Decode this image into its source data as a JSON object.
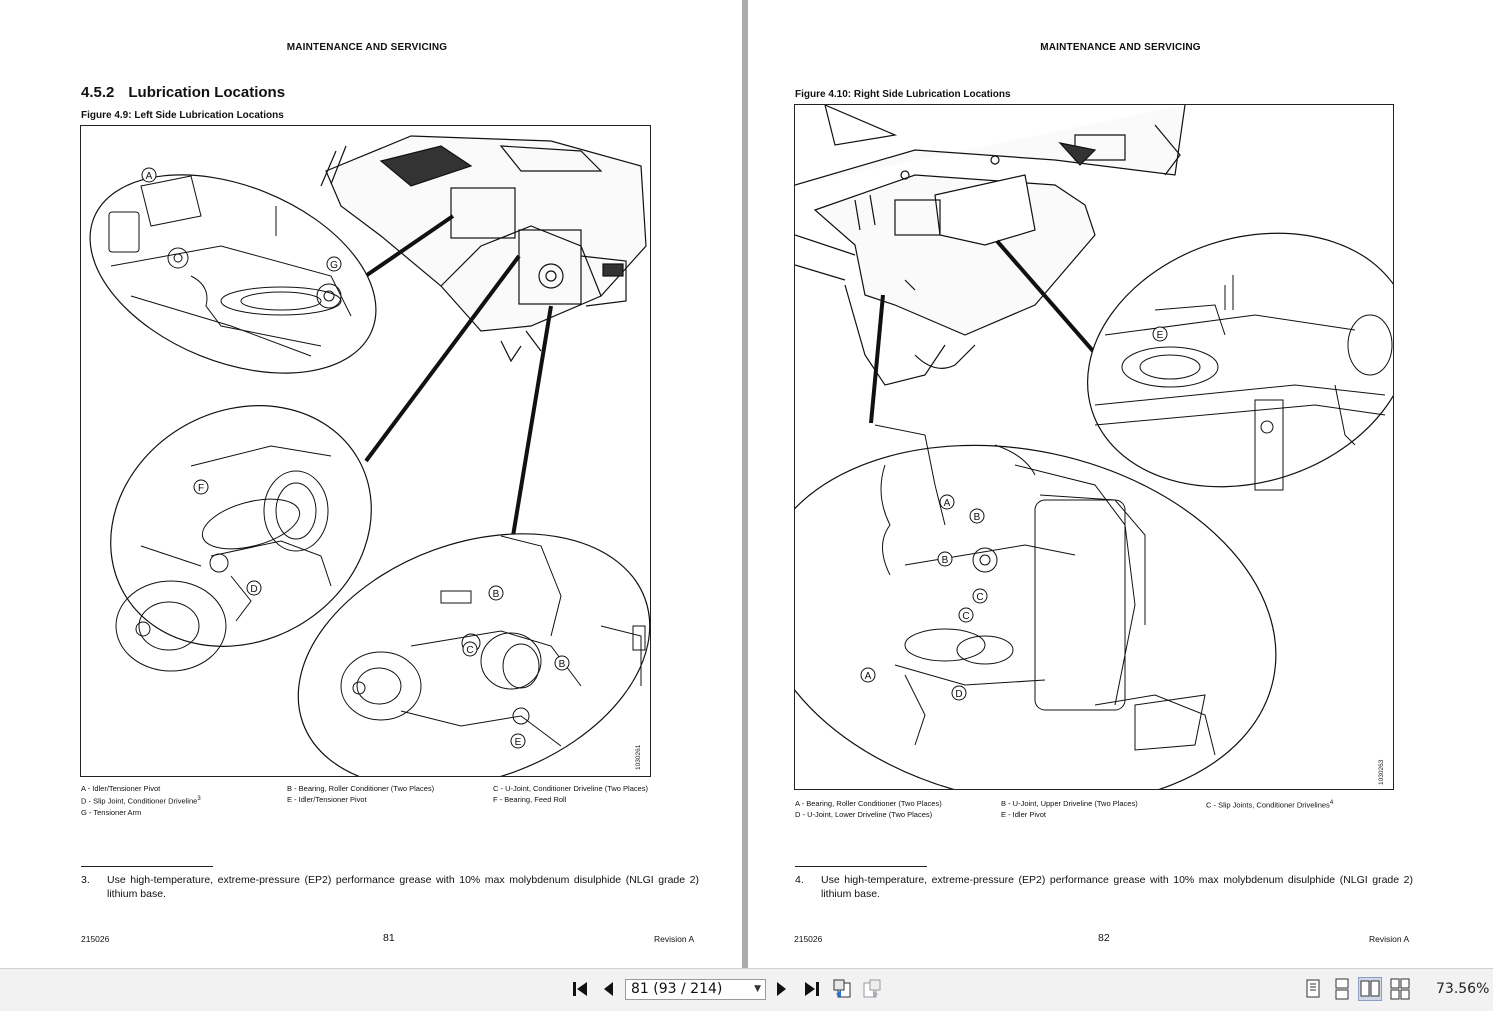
{
  "left_page": {
    "running_head": "MAINTENANCE AND SERVICING",
    "section_number": "4.5.2",
    "section_title": "Lubrication Locations",
    "figure_caption": "Figure 4.9: Left Side Lubrication Locations",
    "figure_id": "1030261",
    "callouts": [
      "A",
      "G",
      "F",
      "D",
      "B",
      "C",
      "B",
      "E"
    ],
    "legend": {
      "col1": [
        "A - Idler/Tensioner Pivot",
        "D - Slip Joint, Conditioner Driveline",
        "G - Tensioner Arm"
      ],
      "col1_sup": "3",
      "col2": [
        "B - Bearing, Roller Conditioner (Two Places)",
        "E - Idler/Tensioner Pivot"
      ],
      "col3": [
        "C - U-Joint, Conditioner Driveline (Two Places)",
        "F - Bearing, Feed Roll"
      ]
    },
    "footnote_number": "3.",
    "footnote_text": "Use high-temperature, extreme-pressure (EP2) performance grease with 10% max molybdenum disulphide (NLGI grade 2) lithium base.",
    "doc_number": "215026",
    "page_number": "81",
    "revision": "Revision A"
  },
  "right_page": {
    "running_head": "MAINTENANCE AND SERVICING",
    "figure_caption": "Figure 4.10: Right Side Lubrication Locations",
    "figure_id": "1030263",
    "callouts": [
      "E",
      "A",
      "B",
      "B",
      "C",
      "C",
      "A",
      "D"
    ],
    "legend": {
      "col1": [
        "A - Bearing, Roller Conditioner (Two Places)",
        "D - U-Joint, Lower Driveline (Two Places)"
      ],
      "col2": [
        "B - U-Joint, Upper Driveline (Two Places)",
        "E - Idler Pivot"
      ],
      "col3": [
        "C - Slip Joints, Conditioner Drivelines"
      ],
      "col3_sup": "4"
    },
    "footnote_number": "4.",
    "footnote_text": "Use high-temperature, extreme-pressure (EP2) performance grease with 10% max molybdenum disulphide (NLGI grade 2) lithium base.",
    "doc_number": "215026",
    "page_number": "82",
    "revision": "Revision A"
  },
  "toolbar": {
    "page_field_value": "81 (93 / 214)",
    "zoom_level": "73.56%",
    "icons": [
      "first-page-icon",
      "previous-page-icon",
      "next-page-icon",
      "last-page-icon",
      "previous-view-icon",
      "next-view-icon",
      "single-page-view-icon",
      "continuous-view-icon",
      "facing-view-icon",
      "continuous-facing-view-icon"
    ]
  }
}
